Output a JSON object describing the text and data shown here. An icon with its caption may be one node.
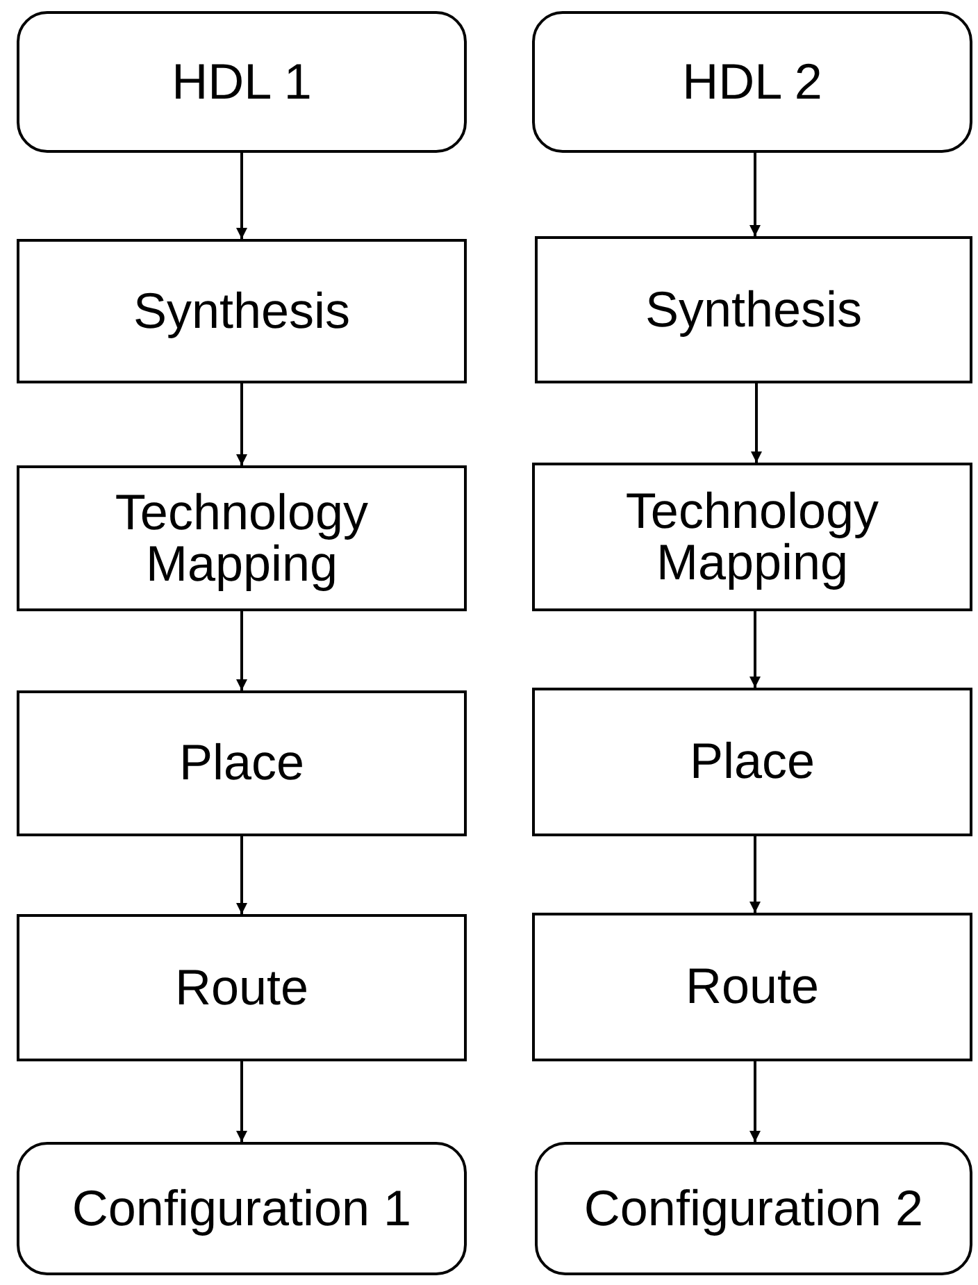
{
  "diagram": {
    "nodes": [
      {
        "text": [
          "HDL 1"
        ]
      },
      {
        "text": [
          "Synthesis"
        ]
      },
      {
        "text": [
          "Technology Mapping"
        ]
      },
      {
        "text": [
          "Place"
        ]
      },
      {
        "text": [
          "Route"
        ]
      },
      {
        "text": [
          "Configuration 1"
        ]
      },
      {
        "text": [
          "HDL 2"
        ]
      },
      {
        "text": [
          "Synthesis"
        ]
      },
      {
        "text": [
          "Technology Mapping"
        ]
      },
      {
        "text": [
          "Place"
        ]
      },
      {
        "text": [
          "Route"
        ]
      },
      {
        "text": [
          "Configuration 2"
        ]
      }
    ],
    "edges": [
      {
        "from": 0,
        "to": 1,
        "arrow": "to"
      },
      {
        "from": 1,
        "to": 2,
        "arrow": "to"
      },
      {
        "from": 2,
        "to": 3,
        "arrow": "to"
      },
      {
        "from": 3,
        "to": 4,
        "arrow": "to"
      },
      {
        "from": 4,
        "to": 5,
        "arrow": "to"
      },
      {
        "from": 6,
        "to": 7,
        "arrow": "to"
      },
      {
        "from": 7,
        "to": 8,
        "arrow": "to"
      },
      {
        "from": 8,
        "to": 9,
        "arrow": "to"
      },
      {
        "from": 9,
        "to": 10,
        "arrow": "to"
      },
      {
        "from": 10,
        "to": 11,
        "arrow": "to"
      }
    ]
  }
}
